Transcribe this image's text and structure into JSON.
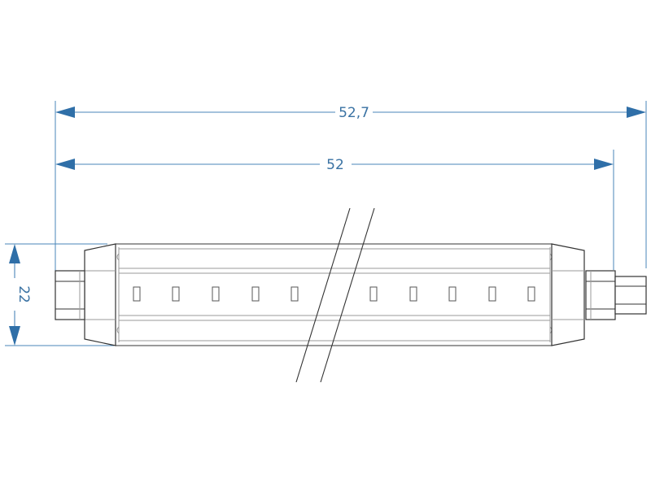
{
  "dimensions": {
    "overall_length": "52,7",
    "body_length": "52",
    "diameter": "22"
  },
  "colors": {
    "dimension": "#3a72a3",
    "outline": "#333333",
    "body_lines": "#9a9a9a"
  },
  "led_count": 10
}
